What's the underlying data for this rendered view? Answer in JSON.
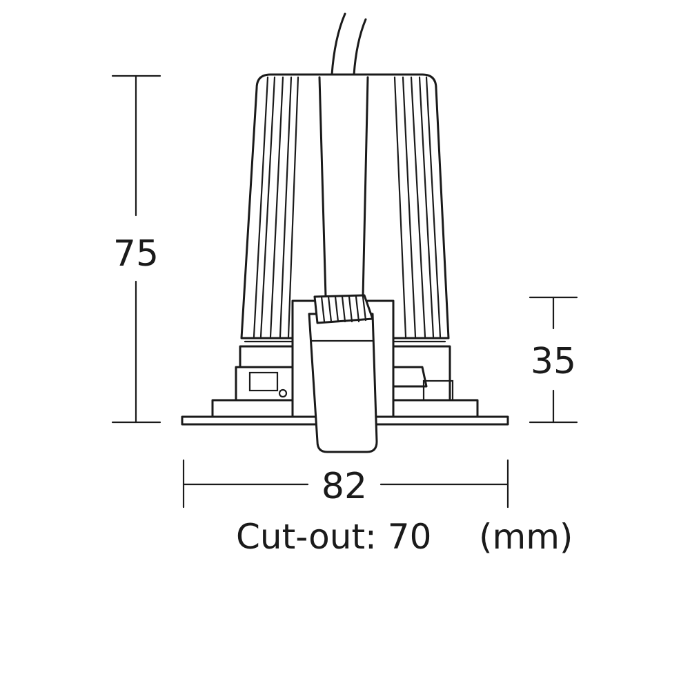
{
  "dimensions": {
    "height_total": "75",
    "height_lower": "35",
    "width": "82"
  },
  "note": {
    "cutout": "Cut-out: 70",
    "unit": "(mm)"
  }
}
